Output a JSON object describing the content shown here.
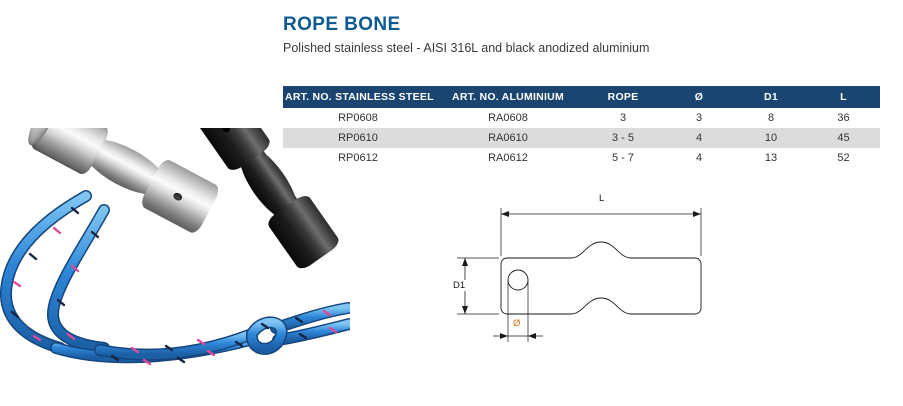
{
  "product": {
    "title": "ROPE BONE",
    "subtitle": "Polished stainless steel - AISI 316L and black anodized aluminium",
    "title_color": "#0d5a92",
    "subtitle_color": "#3b3b3b"
  },
  "table": {
    "header_bg": "#1a4571",
    "header_text_color": "#ffffff",
    "alt_row_bg": "#dcdcdc",
    "columns": [
      "ART. NO. STAINLESS STEEL",
      "ART. NO. ALUMINIUM",
      "ROPE",
      "Ø",
      "D1",
      "L"
    ],
    "rows": [
      {
        "art_no_stainless_steel": "RP0608",
        "art_no_aluminium": "RA0608",
        "rope": "3",
        "diameter": "3",
        "d1": "8",
        "l": "36"
      },
      {
        "art_no_stainless_steel": "RP0610",
        "art_no_aluminium": "RA0610",
        "rope": "3 - 5",
        "diameter": "4",
        "d1": "10",
        "l": "45"
      },
      {
        "art_no_stainless_steel": "RP0612",
        "art_no_aluminium": "RA0612",
        "rope": "5 - 7",
        "diameter": "4",
        "d1": "13",
        "l": "52"
      }
    ]
  },
  "photo": {
    "steel_bone_alt": "polished-stainless-steel-rope-bone",
    "black_bone_alt": "black-anodized-aluminium-rope-bone",
    "rope_alt": "blue-braided-rope-with-knot",
    "rope_color": "#2e86d8",
    "rope_fleck_colors": [
      "#e04a9b",
      "#17243f",
      "#7ec0f0"
    ]
  },
  "drawing": {
    "dim_length_label": "L",
    "dim_height_label": "D1",
    "dim_hole_label": "Ø",
    "accent_color": "#d4761a",
    "line_color": "#1a1a1a"
  }
}
